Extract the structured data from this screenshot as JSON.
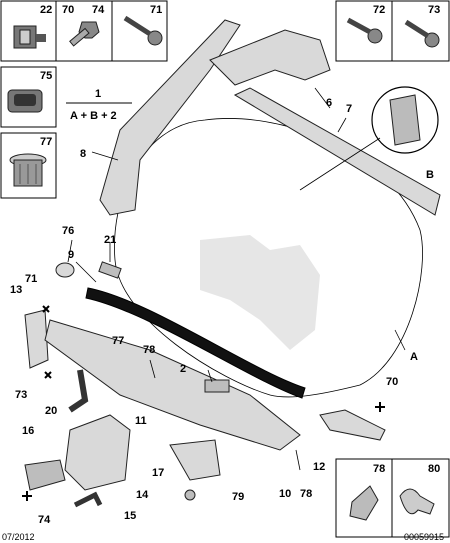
{
  "title_callouts": {
    "legend_number": "1",
    "legend_formula": "A + B + 2"
  },
  "inset_boxes": {
    "box_22": "22",
    "box_70": "70",
    "box_74": "74",
    "box_71": "71",
    "box_75": "75",
    "box_77": "77",
    "box_72": "72",
    "box_73": "73",
    "box_78": "78",
    "box_80": "80"
  },
  "callouts": {
    "c6": "6",
    "c7": "7",
    "c8": "8",
    "cB": "B",
    "c76": "76",
    "c21": "21",
    "c9": "9",
    "c71": "71",
    "c13": "13",
    "c77": "77",
    "c78a": "78",
    "c2": "2",
    "c73": "73",
    "c20": "20",
    "c11": "11",
    "cA": "A",
    "c70": "70",
    "c16": "16",
    "c17": "17",
    "c12": "12",
    "c14": "14",
    "c79": "79",
    "c10": "10",
    "c78b": "78",
    "c74": "74",
    "c15": "15"
  },
  "footer": {
    "date": "07/2012",
    "ref": "00059915"
  }
}
